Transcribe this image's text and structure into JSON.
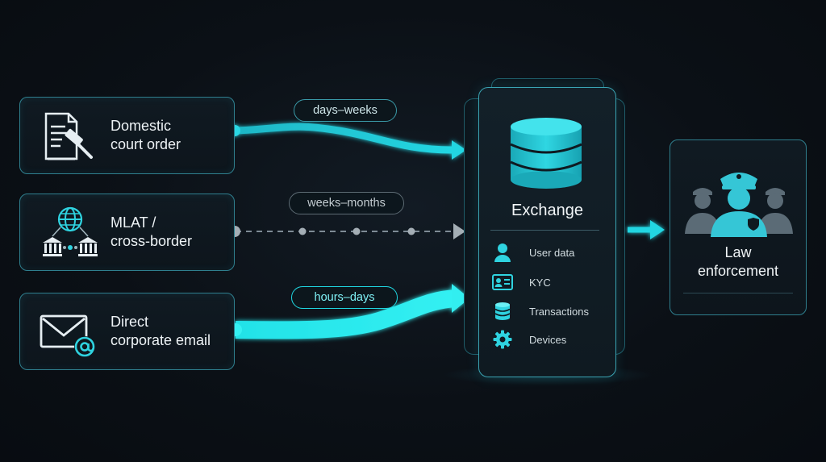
{
  "sources": [
    {
      "label": "Domestic\ncourt order",
      "icon": "court-gavel-document-icon"
    },
    {
      "label": "MLAT /\ncross-border",
      "icon": "globe-institutions-icon"
    },
    {
      "label": "Direct\ncorporate email",
      "icon": "email-at-icon"
    }
  ],
  "timelines": {
    "court": "days–weeks",
    "mlat": "weeks–months",
    "email": "hours–days"
  },
  "exchange": {
    "title": "Exchange",
    "icon": "database-stack-icon",
    "items": [
      {
        "label": "User data",
        "icon": "user-icon"
      },
      {
        "label": "KYC",
        "icon": "id-card-icon"
      },
      {
        "label": "Transactions",
        "icon": "database-icon"
      },
      {
        "label": "Devices",
        "icon": "gear-icon"
      }
    ]
  },
  "destination": {
    "label": "Law\nenforcement",
    "icon": "police-officers-icon"
  },
  "colors": {
    "accent": "#1fd3df",
    "accent_bright": "#22e6ec",
    "muted": "#7e8b95",
    "border": "#2f7f8e",
    "background": "#0b1016"
  }
}
